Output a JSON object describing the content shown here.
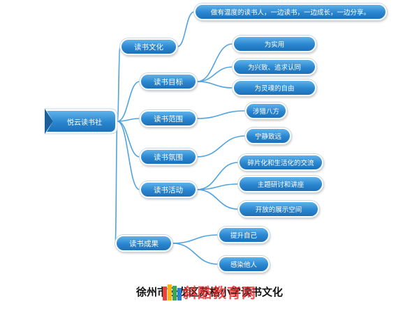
{
  "root": {
    "label": "悦云读书社"
  },
  "branches": [
    {
      "label": "读书文化",
      "leaves": [
        "做有温度的读书人，一边读书，一边成长，一边分享。"
      ]
    },
    {
      "label": "读书目标",
      "leaves": [
        "为实用",
        "为兴致、追求认同",
        "为灵魂的自由"
      ]
    },
    {
      "label": "读书范围",
      "leaves": [
        "涉猎八方"
      ]
    },
    {
      "label": "读书氛围",
      "leaves": [
        "宁静致远"
      ]
    },
    {
      "label": "读书活动",
      "leaves": [
        "碎片化和生活化的交流",
        "主题研讨和讲座",
        "开放的展示空间"
      ]
    },
    {
      "label": "读书成果",
      "leaves": [
        "提升自己",
        "感染他人"
      ]
    }
  ],
  "caption": "徐州市云龙区苏格小学读书文化",
  "watermark": "斜酷教育网",
  "colors": {
    "node": "#2a86cf",
    "connector": "#4fa3e0"
  }
}
